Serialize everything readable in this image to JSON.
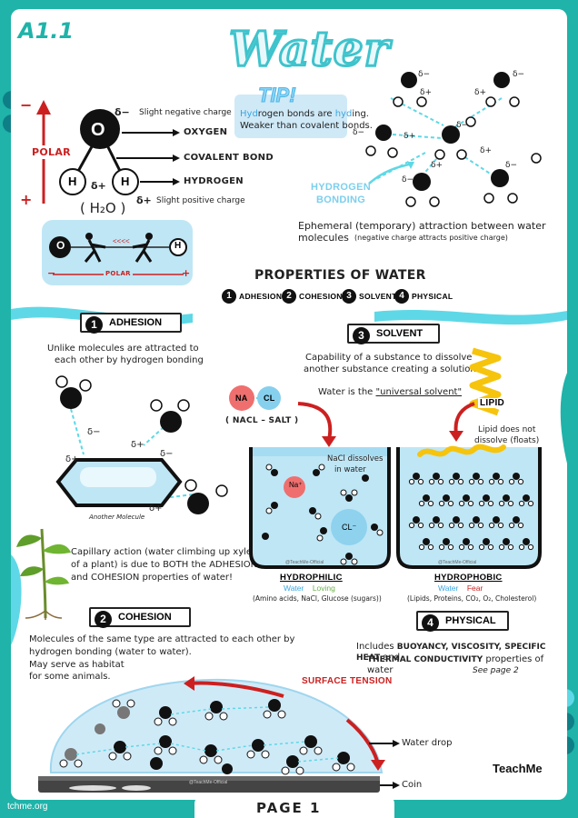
{
  "header": {
    "code": "A1.1",
    "title": "Water",
    "footer_url": "tchme.org",
    "page_label": "PAGE 1"
  },
  "structure": {
    "slight_negative": "δ−",
    "slight_negative_text": "Slight negative charge",
    "oxygen_label": "OXYGEN",
    "covalent_label": "COVALENT BOND",
    "hydrogen_label": "HYDROGEN",
    "slight_positive": "δ+",
    "slight_positive_text": "Slight positive charge",
    "formula": "( H₂O )",
    "polar_label": "POLAR",
    "minus": "−",
    "plus": "+",
    "o_letter": "O",
    "h_letter": "H",
    "tug_polar": "POLAR"
  },
  "tip": {
    "title": "TIP!",
    "line1_a": "Hyd",
    "line1_b": "rogen bonds are ",
    "line1_c": "hyd",
    "line1_d": "ing.",
    "line2": "Weaker than covalent bonds."
  },
  "hbond": {
    "label1": "HYDROGEN",
    "label2": "BONDING",
    "caption": "Ephemeral (temporary) attraction between water molecules",
    "subcaption": "(negative charge attracts positive charge)"
  },
  "properties": {
    "title": "PROPERTIES OF WATER",
    "items": [
      {
        "n": "1",
        "label": "ADHESION"
      },
      {
        "n": "2",
        "label": "COHESION"
      },
      {
        "n": "3",
        "label": "SOLVENT"
      },
      {
        "n": "4",
        "label": "PHYSICAL"
      }
    ]
  },
  "adhesion": {
    "n": "1",
    "title": "ADHESION",
    "desc1": "Unlike molecules are attracted to",
    "desc2": "each other by hydrogen bonding",
    "molecule_label": "Another Molecule",
    "capillary1": "Capillary action (water climbing up xylem",
    "capillary2": "of a plant) is due to BOTH the ADHESION",
    "capillary3": "and COHESION properties of water!"
  },
  "solvent": {
    "n": "3",
    "title": "SOLVENT",
    "desc1": "Capability of a substance to dissolve",
    "desc2": "another substance creating a solution",
    "universal_a": "Water is the ",
    "universal_b": "\"universal solvent\"",
    "na": "NA",
    "cl": "CL",
    "salt": "( NACL – SALT )",
    "lipid": "LIPID",
    "lipid_note1": "Lipid does not",
    "lipid_note2": "dissolve (floats)",
    "nacl_note1": "NaCl dissolves",
    "nacl_note2": "in water",
    "na_ion": "Na⁺",
    "cl_ion": "CL⁻",
    "watermark": "@TeachMe-Official",
    "hydrophilic": "HYDROPHILIC",
    "hydrophilic_water": "Water",
    "hydrophilic_loving": "Loving",
    "hydrophilic_ex": "(Amino acids, NaCl, Glucose (sugars))",
    "hydrophobic": "HYDROPHOBIC",
    "hydrophobic_water": "Water",
    "hydrophobic_fear": "Fear",
    "hydrophobic_ex": "(Lipids, Proteins, CO₂, O₂, Cholesterol)"
  },
  "cohesion": {
    "n": "2",
    "title": "COHESION",
    "desc1": "Molecules of the same type are attracted to each other by",
    "desc2": "hydrogen bonding (water to water).",
    "desc3": "May serve as habitat",
    "desc4": "for some animals.",
    "surface_tension": "SURFACE TENSION",
    "water_drop": "Water drop",
    "coin": "Coin",
    "watermark": "@TeachMe-Official"
  },
  "physical": {
    "n": "4",
    "title": "PHYSICAL",
    "desc1_a": "Includes ",
    "desc1_b": "BUOYANCY, VISCOSITY, SPECIFIC HEAT",
    "desc1_c": " and",
    "desc2_a": "THERMAL CONDUCTIVITY",
    "desc2_b": " properties of water",
    "see": "See page 2"
  },
  "brand": {
    "logo": "TeachMe"
  },
  "colors": {
    "teal": "#1fb3a9",
    "cyan": "#5ed8e6",
    "dark_teal": "#0e7f86",
    "red": "#cc2020",
    "blue_text": "#3aa6e0",
    "green_text": "#6ab04c",
    "water": "#bfe6f5",
    "lipid": "#f6c40c"
  }
}
